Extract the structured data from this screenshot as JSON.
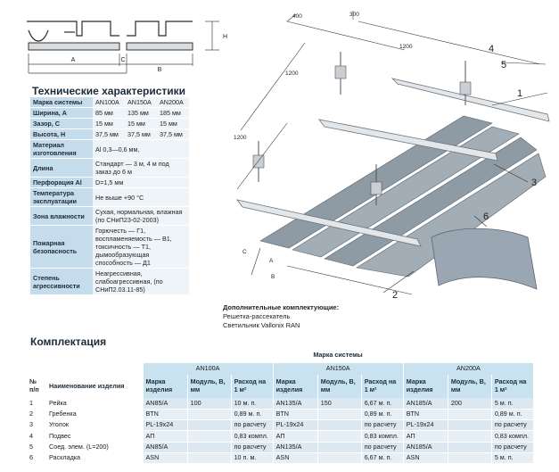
{
  "profile": {
    "dims": {
      "h": "H",
      "a": "A",
      "c": "C",
      "b": "B"
    }
  },
  "illustration": {
    "dims": {
      "d400": "400",
      "d300": "300",
      "d1200_top": "1200",
      "d1200_left": "1200",
      "d1200_side": "1200",
      "c": "C",
      "a": "A",
      "b": "B"
    },
    "callouts": {
      "n1": "1",
      "n2": "2",
      "n3": "3",
      "n4": "4",
      "n5": "5",
      "n6": "6"
    }
  },
  "specs": {
    "title": "Технические характеристики",
    "rows": [
      {
        "label": "Марка системы",
        "v1": "AN100A",
        "v2": "AN150A",
        "v3": "AN200A"
      },
      {
        "label": "Ширина, А",
        "v1": "85 мм",
        "v2": "135 мм",
        "v3": "185 мм"
      },
      {
        "label": "Зазор, С",
        "v1": "15 мм",
        "v2": "15 мм",
        "v3": "15 мм"
      },
      {
        "label": "Высота, Н",
        "v1": "37,5 мм",
        "v2": "37,5 мм",
        "v3": "37,5 мм"
      }
    ],
    "material": {
      "label": "Материал изготовления",
      "value": "Al 0,3—0,6 мм,"
    },
    "length": {
      "label": "Длина",
      "value": "Стандарт — 3 м, 4 м под заказ до 6 м"
    },
    "perforation": {
      "label": "Перфорация Al",
      "value": "D=1,5 мм"
    },
    "temperature": {
      "label": "Температура эксплуатации",
      "value": "Не выше +90 °С"
    },
    "humidity": {
      "label": "Зона влажности",
      "value": "Сухая, нормальная, влажная (по СНиП23-02-2003)"
    },
    "fire": {
      "label": "Пожарная безопасность",
      "value": "Горючесть — Г1, воспламеняемость — В1, токсичность — Т1, дымообразующая способность — Д1"
    },
    "aggressive": {
      "label": "Степень агрессивности",
      "value": "Неагрессивная, слабоагрессивная, (по СНиП2.03.11-85)"
    }
  },
  "extras": {
    "title": "Дополнительные комплектующие:",
    "line1": "Решетка-рассекатель",
    "line2": "Светильник Vallonix RAN"
  },
  "kit": {
    "title": "Комплектация",
    "system_header": "Марка системы",
    "systems": [
      "AN100A",
      "AN150A",
      "AN200A"
    ],
    "col_no": "№ п/п",
    "col_name": "Наименование изделия",
    "col_brand": "Марка изделия",
    "col_module": "Модуль, В, мм",
    "col_qty": "Расход на 1 м²",
    "rows": [
      {
        "no": "1",
        "name": "Рейка",
        "a_brand": "AN85/A",
        "a_mod": "100",
        "a_qty": "10 м. п.",
        "b_brand": "AN135/A",
        "b_mod": "150",
        "b_qty": "6,67 м. п.",
        "c_brand": "AN185/A",
        "c_mod": "200",
        "c_qty": "5 м. п."
      },
      {
        "no": "2",
        "name": "Гребенка",
        "a_brand": "BTN",
        "a_mod": "",
        "a_qty": "0,89 м. п.",
        "b_brand": "BTN",
        "b_mod": "",
        "b_qty": "0,89 м. п.",
        "c_brand": "BTN",
        "c_mod": "",
        "c_qty": "0,89 м. п."
      },
      {
        "no": "3",
        "name": "Уголок",
        "a_brand": "PL-19x24",
        "a_mod": "",
        "a_qty": "по расчету",
        "b_brand": "PL-19x24",
        "b_mod": "",
        "b_qty": "по расчету",
        "c_brand": "PL-19x24",
        "c_mod": "",
        "c_qty": "по расчету"
      },
      {
        "no": "4",
        "name": "Подвес",
        "a_brand": "АП",
        "a_mod": "",
        "a_qty": "0,83 компл.",
        "b_brand": "АП",
        "b_mod": "",
        "b_qty": "0,83 компл.",
        "c_brand": "АП",
        "c_mod": "",
        "c_qty": "0,83 компл."
      },
      {
        "no": "5",
        "name": "Соед. элем. (L=200)",
        "a_brand": "AN85/A",
        "a_mod": "",
        "a_qty": "по расчету",
        "b_brand": "AN135/A",
        "b_mod": "",
        "b_qty": "по расчету",
        "c_brand": "AN185/A",
        "c_mod": "",
        "c_qty": "по расчету"
      },
      {
        "no": "6",
        "name": "Раскладка",
        "a_brand": "ASN",
        "a_mod": "",
        "a_qty": "10 п. м.",
        "b_brand": "ASN",
        "b_mod": "",
        "b_qty": "6,67 м. п.",
        "c_brand": "ASN",
        "c_mod": "",
        "c_qty": "5 м. п."
      }
    ]
  }
}
